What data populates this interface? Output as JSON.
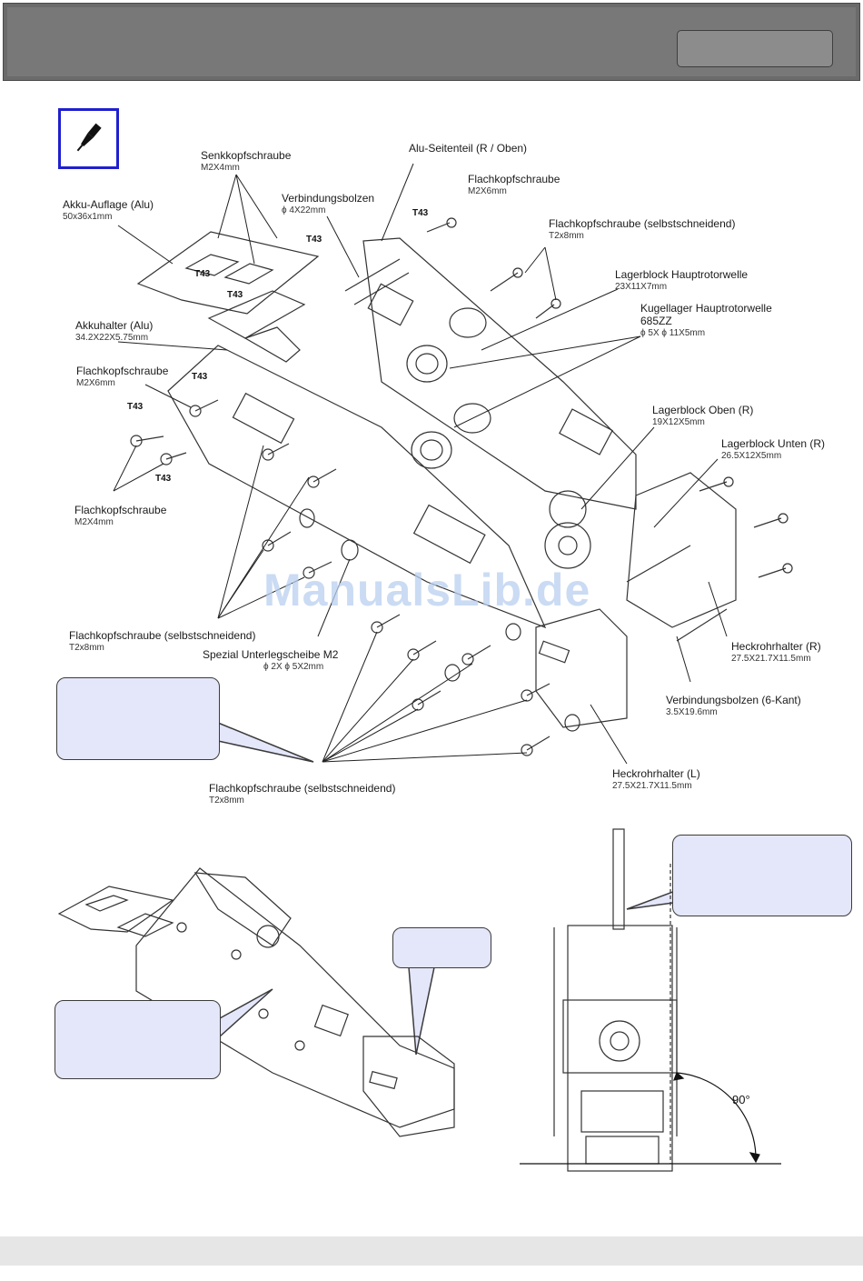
{
  "header": {
    "badge_text": ""
  },
  "watermark": "ManualsLib.de",
  "labels": {
    "senkkopf": {
      "title": "Senkkopfschraube",
      "size": "M2X4mm"
    },
    "alu_seitenteil": {
      "title": "Alu-Seitenteil (R / Oben)"
    },
    "flachkopf_top": {
      "title": "Flachkopfschraube",
      "size": "M2X6mm"
    },
    "verbindungsbolzen": {
      "title": "Verbindungsbolzen",
      "size": "ϕ 4X22mm"
    },
    "akku_auflage": {
      "title": "Akku-Auflage (Alu)",
      "size": "50x36x1mm"
    },
    "flachkopf_selbst_top": {
      "title": "Flachkopfschraube (selbstschneidend)",
      "size": "T2x8mm"
    },
    "lagerblock_haupt": {
      "title": "Lagerblock Hauptrotorwelle",
      "size": "23X11X7mm"
    },
    "kugellager": {
      "title": "Kugellager Hauptrotorwelle",
      "title2": "685ZZ",
      "size": "ϕ 5X ϕ 11X5mm"
    },
    "akkuhalter": {
      "title": "Akkuhalter (Alu)",
      "size": "34.2X22X5.75mm"
    },
    "flachkopf_left": {
      "title": "Flachkopfschraube",
      "size": "M2X6mm"
    },
    "lagerblock_oben": {
      "title": "Lagerblock Oben (R)",
      "size": "19X12X5mm"
    },
    "lagerblock_unten": {
      "title": "Lagerblock Unten (R)",
      "size": "26.5X12X5mm"
    },
    "flachkopf_m2x4": {
      "title": "Flachkopfschraube",
      "size": "M2X4mm"
    },
    "flachkopf_selbst_left": {
      "title": "Flachkopfschraube (selbstschneidend)",
      "size": "T2x8mm"
    },
    "spezial_scheibe": {
      "title": "Spezial Unterlegscheibe M2",
      "size": "ϕ 2X ϕ 5X2mm"
    },
    "heckrohrhalter_r": {
      "title": "Heckrohrhalter (R)",
      "size": "27.5X21.7X11.5mm"
    },
    "verbindungsbolzen_6k": {
      "title": "Verbindungsbolzen (6-Kant)",
      "size": "3.5X19.6mm"
    },
    "heckrohrhalter_l": {
      "title": "Heckrohrhalter (L)",
      "size": "27.5X21.7X11.5mm"
    },
    "flachkopf_selbst_bottom": {
      "title": "Flachkopfschraube (selbstschneidend)",
      "size": "T2x8mm"
    }
  },
  "t43_marks": [
    "T43",
    "T43",
    "T43",
    "T43",
    "T43",
    "T43",
    "T43"
  ],
  "angle": "90°",
  "callouts": [
    "",
    "",
    "",
    ""
  ],
  "colors": {
    "header": "#6b6b6b",
    "tool_box_border": "#1f1fd0",
    "callout_fill": "#e4e6fa",
    "watermark": "#b9cff0"
  }
}
